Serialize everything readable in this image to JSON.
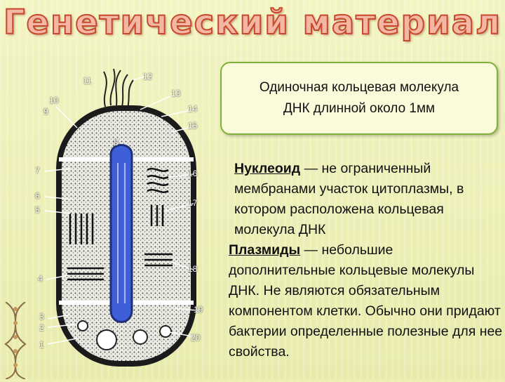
{
  "title": "Генетический материал",
  "callout": {
    "text": "Одиночная кольцевая молекула\nДНК длинной около 1мм"
  },
  "nucleoid": {
    "term": "Нуклеоид",
    "definition": " — не ограниченный мембранами участок цитоплазмы, в котором расположена кольцевая молекула ДНК"
  },
  "plasmids": {
    "term": "Плазмиды",
    "definition": " — небольшие дополнительные кольцевые молекулы ДНК.  Не являются обязательным компонентом клетки. Обычно они придают бактерии определенные полезные для нее свойства."
  },
  "diagram_labels": {
    "l1": "1",
    "l2": "2",
    "l3": "3",
    "l4": "4",
    "l5": "5",
    "l6": "6",
    "l7": "7",
    "l8": "8",
    "l9": "9",
    "l10": "10",
    "l11": "11",
    "l12": "12",
    "l13": "13",
    "l14": "14",
    "l15": "15",
    "l16": "16",
    "l17": "17",
    "l18": "18",
    "l19": "19",
    "l20": "20"
  },
  "colors": {
    "title_fill": "#f3b7a4",
    "title_outline": "#c8482e",
    "callout_border": "#7fb236",
    "dna_blue": "#3f5fd8"
  }
}
